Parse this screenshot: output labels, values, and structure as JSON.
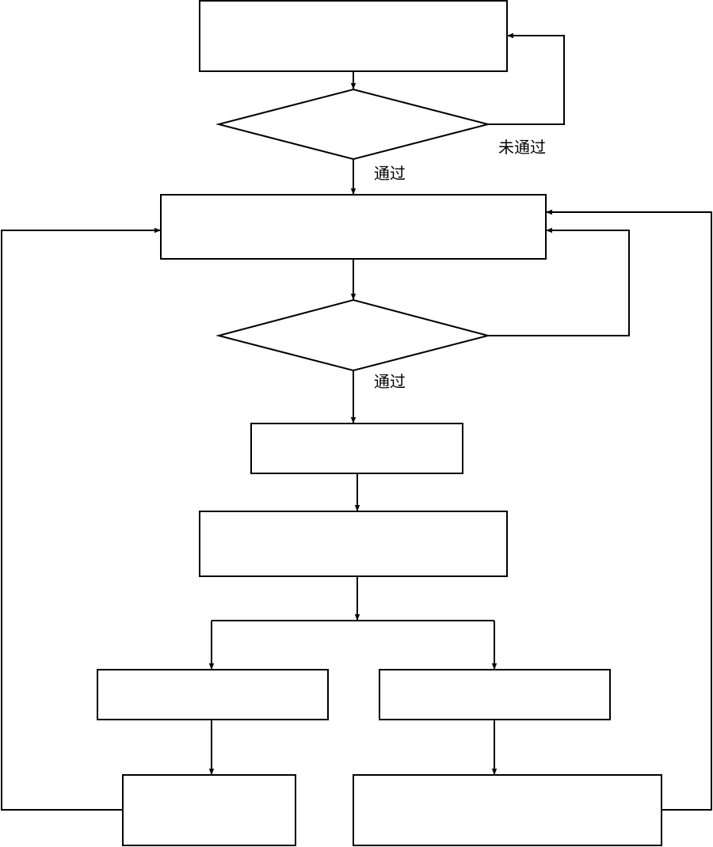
{
  "diagram": {
    "labels": {
      "not_passed": "未通过",
      "passed_1": "通过",
      "passed_2": "通过"
    },
    "colors": {
      "line": "#000000",
      "background": "#ffffff"
    }
  }
}
